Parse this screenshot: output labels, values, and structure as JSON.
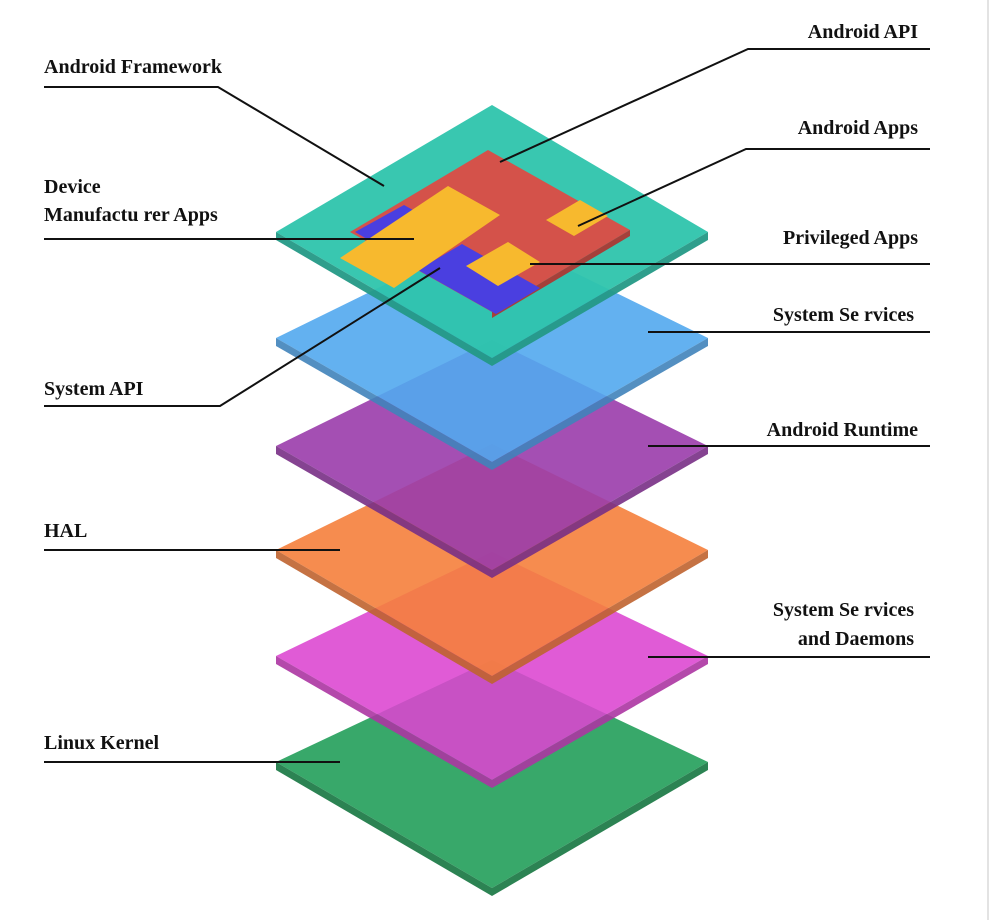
{
  "diagram": {
    "colors": {
      "linux_kernel": "#38a86a",
      "system_services_daemons": "#dc44d0",
      "hal": "#f57f3c",
      "android_runtime": "#9a3cab",
      "system_services": "#52a8ee",
      "android_framework": "#2ec4ac",
      "android_api": "#d4524a",
      "system_api": "#4a3fe0",
      "apps": "#f7b92e"
    },
    "labels": {
      "android_framework": "Android Framework",
      "device_apps_line1": "Device",
      "device_apps_line2": "Manufactu rer Apps",
      "system_api": "System API",
      "hal": "HAL",
      "linux_kernel": "Linux Kernel",
      "android_api": "Android API",
      "android_apps": "Android Apps",
      "privileged_apps": "Privileged  Apps",
      "system_services": "System Se  rvices",
      "android_runtime": "Android Runtime",
      "system_services_daemons_line1": "System Se  rvices",
      "system_services_daemons_line2": "and Daemons"
    }
  }
}
